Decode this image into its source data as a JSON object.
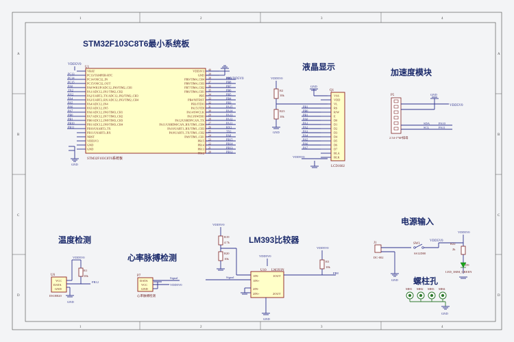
{
  "border": {
    "cols": [
      "1",
      "2",
      "3",
      "4"
    ],
    "rows": [
      "A",
      "B",
      "C",
      "D"
    ]
  },
  "titles": {
    "mcu": "STM32F103C8T6最小系统板",
    "lcd": "液晶显示",
    "accel": "加速度模块",
    "power": "电源输入",
    "temp": "温度检测",
    "heart": "心率脉搏检测",
    "comp": "LM393比较器",
    "screw": "螺柱孔"
  },
  "mcu": {
    "ref": "U1",
    "name": "STM32F103C8T6系统板",
    "vdd_label": "VDD5V0",
    "vdd_label_right": "VDD5V0",
    "left_pins": [
      "VBAT",
      "PC13/TAMPER-RTC",
      "PC14/OSC32_IN",
      "PC15/OSC32_OUT",
      "PA0/WKUP/ADC12_IN0/TIM2_CH1",
      "PA1/ADC12_IN1/TIM2_CH2",
      "PA2/UART2_TX/ADC12_IN2/TIM2_CH3",
      "PA3/UART2_RX/ADC12_IN3/TIM2_CH4",
      "PA4/ADC12_IN4",
      "PA5/ADC12_IN5",
      "PA6/ADC12_IN6/TIM3_CH1",
      "PA7/ADC12_IN7/TIM3_CH2",
      "PB0/ADC12_IN8/TIM3_CH3",
      "PB1/ADC12_IN9/TIM3_CH4",
      "PB10/USART3_TX",
      "PB11/USART3_RX",
      "NRST",
      "VDD3V3",
      "GND",
      "GND"
    ],
    "left_nets": [
      "",
      "PC13",
      "PC14",
      "PC15",
      "PA0",
      "TX2",
      "RX2",
      "PA4",
      "PA5",
      "PA6",
      "PA7",
      "PB0",
      "PB1",
      "PB10",
      "PB11",
      "",
      "",
      "",
      "",
      ""
    ],
    "right_pins": [
      "VDD3V3",
      "GND",
      "PB9/TIM4_CH4",
      "PB8/TIM4_CH3",
      "PB7/TIM4_CH2",
      "PB6/TIM4_CH1",
      "PB5",
      "PB4/NJTRST",
      "PB3/JTDO",
      "PA15/JTDI",
      "PA14/SWCLK",
      "PA13/SWDIO",
      "PA12/USBDP/CAN_TX",
      "PA11/USBDM/CAN_RX/TIM1_CH4",
      "PA10/UART1_RX/TIM1_CH3",
      "PA9/UART1_TX/TIM1_CH2",
      "PA8/TIM1_CH1",
      "PB15",
      "PB14",
      "PB13",
      "PB12"
    ],
    "right_nums": [
      "40",
      "39",
      "38",
      "37",
      "36",
      "35",
      "34",
      "33",
      "32",
      "31",
      "30",
      "29",
      "28",
      "27",
      "26",
      "25",
      "24",
      "23",
      "22",
      "21",
      "20"
    ],
    "right_nets": [
      "",
      "",
      "PB9",
      "PB8",
      "PB7",
      "PB6",
      "PB5",
      "PB4",
      "PB3",
      "PA15",
      "PA14",
      "PA13",
      "PA12",
      "PA11",
      "RX1",
      "TX1",
      "PA8",
      "PB15",
      "PB14",
      "PB13",
      "PB12"
    ]
  },
  "lcd": {
    "ref": "Q1",
    "name": "LCD1602",
    "pins": [
      "VSS",
      "VDD",
      "VL",
      "RS",
      "R/W",
      "E",
      "D0",
      "D1",
      "D2",
      "D3",
      "D4",
      "D5",
      "D6",
      "D7",
      "BLA",
      "BLK"
    ],
    "nets": [
      "GND",
      "VDD5V0",
      "",
      "PB1",
      "PB0",
      "PB1",
      "PA0",
      "PA1",
      "PA2",
      "PA3",
      "PA4",
      "PA5",
      "PA6",
      "PA7",
      "VDD5V0",
      "GND"
    ],
    "r1_ref": "R2",
    "r1_val": "10k",
    "r2_ref": "R23",
    "r2_val": "10k",
    "gnd": "GND",
    "vdd": "VDD5V0"
  },
  "accel": {
    "ref": "P5",
    "name": "2.54-1*6P排母",
    "vdd": "VDD5V0",
    "gnd": "GND",
    "sda": "SDA",
    "sda_net": "PA10",
    "scl": "SCL",
    "scl_net": "PA11"
  },
  "power": {
    "jack_ref": "J1",
    "jack_name": "DC-002",
    "sw_ref": "SW1",
    "sw_name": "SS12D00",
    "vdd": "VDD5V0",
    "r_ref": "R22",
    "r_val": "2k",
    "led_ref": "D9",
    "led_name": "LED_3MM_GREEN",
    "gnd": "GND"
  },
  "screws": {
    "labels": [
      "MH1",
      "MH2",
      "MH3",
      "MH4"
    ],
    "gnd": "GND"
  },
  "temp": {
    "ref": "U6",
    "name": "DS18B20",
    "pins": [
      "VCC",
      "DATA",
      "GND"
    ],
    "vdd": "VDD5V0",
    "r_ref": "R1",
    "r_val": "10k",
    "net": "PB12",
    "gnd": "GND"
  },
  "heart": {
    "ref": "P7",
    "name": "心率脉搏检测",
    "pins": [
      "DATA",
      "VCC",
      "GND"
    ],
    "signal": "Signal",
    "vdd": "VDD5V0"
  },
  "comp": {
    "ref": "U10",
    "name": "LM393N",
    "pins_left": [
      "1IN-",
      "1IN+",
      "2IN-",
      "2IN+"
    ],
    "pins_right": [
      "1OUT",
      "2OUT"
    ],
    "vdd": "VDD5V0",
    "vdd2": "VDD5V0",
    "r19_ref": "R19",
    "r19_val": "4.7k",
    "r20_ref": "R20",
    "r20_val": "10k",
    "r3_ref": "R3",
    "r3_val": "10k",
    "signal": "Signal",
    "out_net": "PB8",
    "gnd": "GND"
  }
}
